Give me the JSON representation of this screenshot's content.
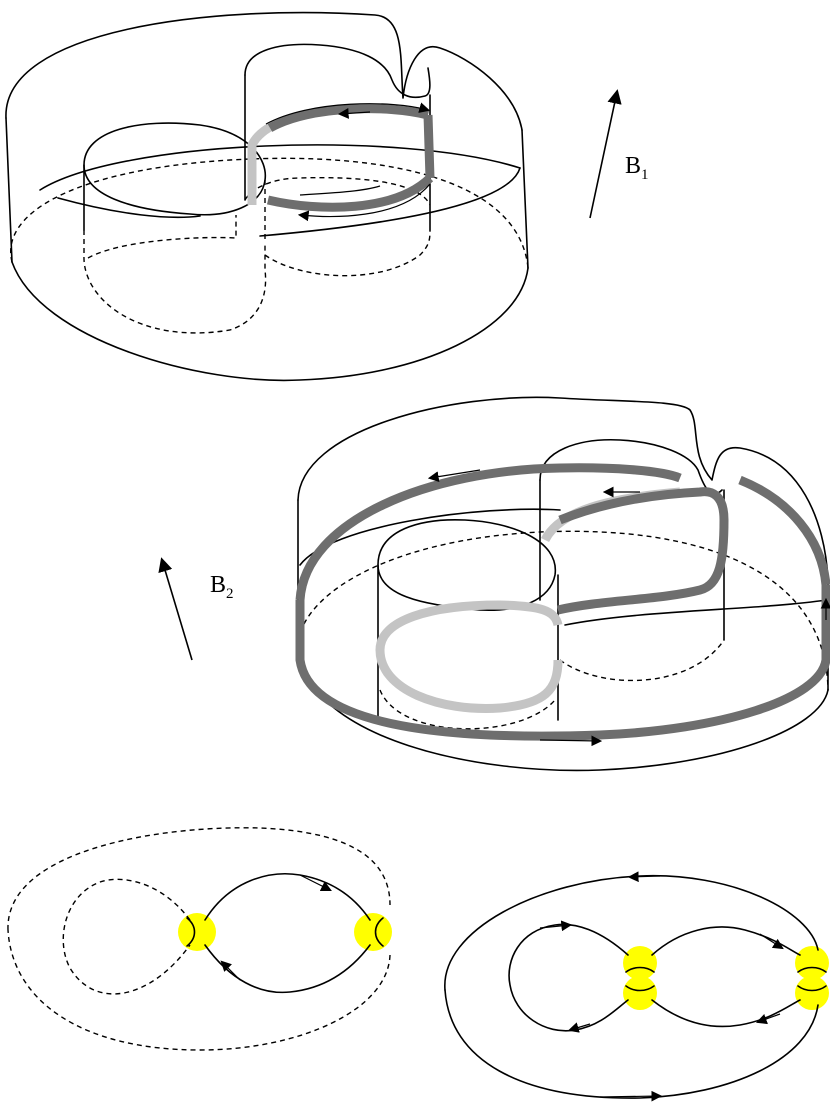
{
  "labels": {
    "b1": {
      "base": "B",
      "sub": "1"
    },
    "b2": {
      "base": "B",
      "sub": "2"
    }
  },
  "colors": {
    "line": "#000000",
    "band_dark": "#6e6e6e",
    "band_light": "#c4c4c4",
    "highlight": "#ffff00",
    "background": "#ffffff"
  }
}
